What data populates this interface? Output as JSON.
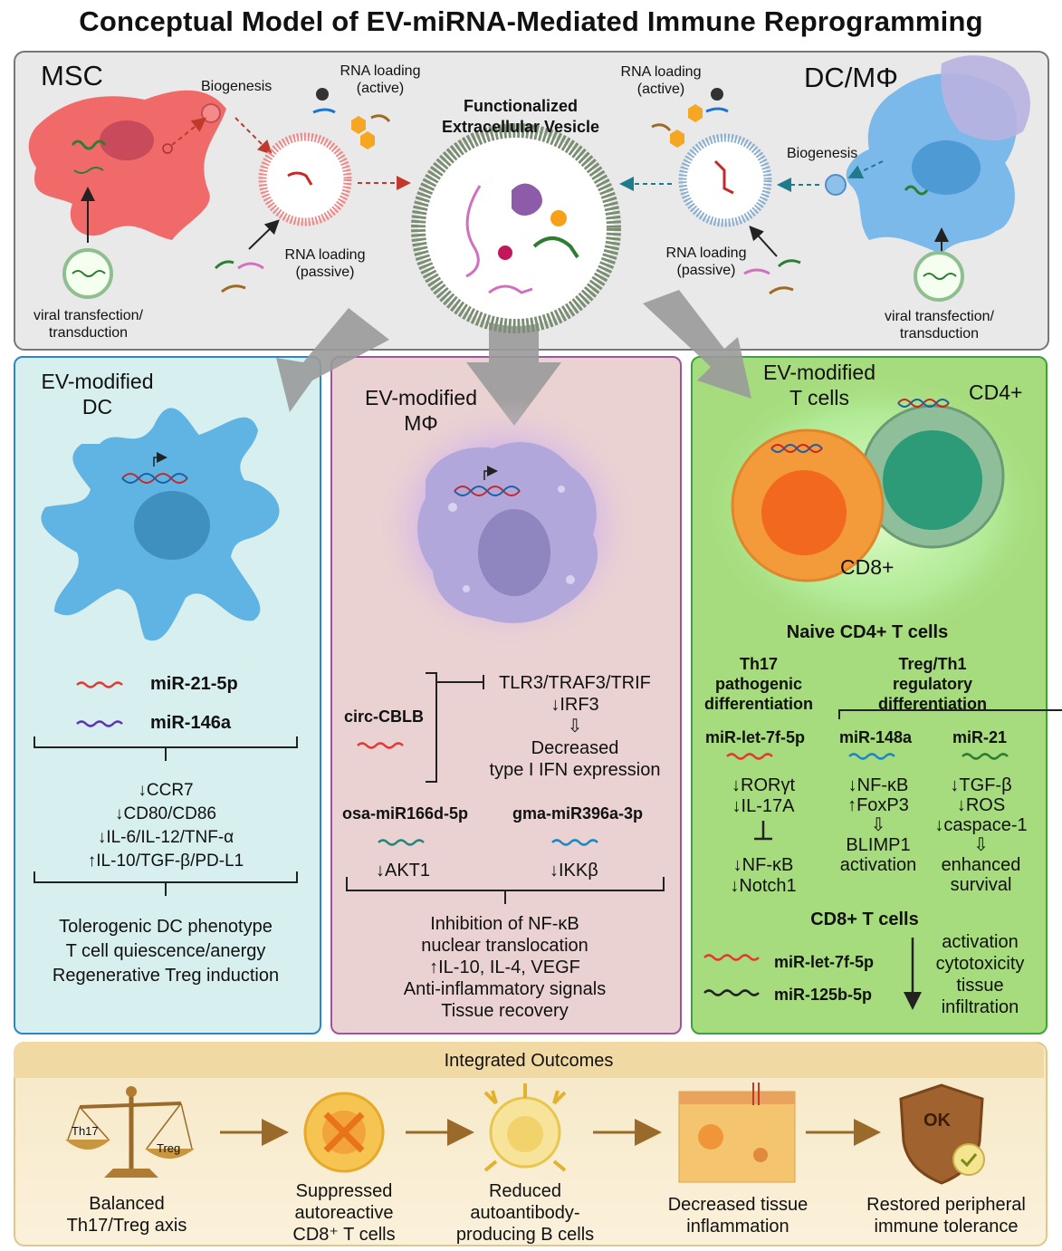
{
  "title": "Conceptual Model of EV-miRNA-Mediated Immune Reprogramming",
  "top": {
    "msc": "MSC",
    "dcmp": "DC/MΦ",
    "biogenesis_left": "Biogenesis",
    "biogenesis_right": "Biogenesis",
    "rna_active_left_1": "RNA loading",
    "rna_active_left_2": "(active)",
    "rna_active_right_1": "RNA loading",
    "rna_active_right_2": "(active)",
    "rna_passive_left_1": "RNA loading",
    "rna_passive_left_2": "(passive)",
    "rna_passive_right_1": "RNA loading",
    "rna_passive_right_2": "(passive)",
    "ev_title_1": "Functionalized",
    "ev_title_2": "Extracellular Vesicle",
    "viral_left_1": "viral transfection/",
    "viral_left_2": "transduction",
    "viral_right_1": "viral transfection/",
    "viral_right_2": "transduction"
  },
  "dc": {
    "title_1": "EV-modified",
    "title_2": "DC",
    "mirna_1": "miR-21-5p",
    "mirna_2": "miR-146a",
    "effects": [
      "↓CCR7",
      "↓CD80/CD86",
      "↓IL-6/IL-12/TNF-α",
      "↑IL-10/TGF-β/PD-L1"
    ],
    "outcomes": [
      "Tolerogenic DC phenotype",
      "T cell quiescence/anergy",
      "Regenerative Treg induction"
    ]
  },
  "mp": {
    "title_1": "EV-modified",
    "title_2": "MΦ",
    "circ": "circ-CBLB",
    "pathway": [
      "TLR3/TRAF3/TRIF",
      "↓IRF3",
      "⇩",
      "Decreased",
      "type I IFN expression"
    ],
    "osa": "osa-miR166d-5p",
    "gma": "gma-miR396a-3p",
    "akt": "↓AKT1",
    "ikk": "↓IKKβ",
    "outcomes": [
      "Inhibition of NF-κB",
      "nuclear translocation",
      "↑IL-10, IL-4, VEGF",
      "Anti-inflammatory signals",
      "Tissue recovery"
    ]
  },
  "t": {
    "title_1": "EV-modified",
    "title_2": "T cells",
    "cd4": "CD4+",
    "cd8": "CD8+",
    "naive": "Naive CD4+ T cells",
    "th17": [
      "Th17",
      "pathogenic",
      "differentiation"
    ],
    "treg": [
      "Treg/Th1",
      "regulatory",
      "differentiation"
    ],
    "let7_a": "miR-let-7f-5p",
    "m148": "miR-148a",
    "m21": "miR-21",
    "col1": [
      "↓RORγt",
      "↓IL-17A"
    ],
    "col1b": [
      "↓NF-κB",
      "↓Notch1"
    ],
    "col2": [
      "↓NF-κB",
      "↑FoxP3",
      "⇩",
      "BLIMP1",
      "activation"
    ],
    "col3": [
      "↓TGF-β",
      "↓ROS",
      "↓caspace-1",
      "⇩",
      "enhanced",
      "survival"
    ],
    "cd8_title": "CD8+ T cells",
    "cd8_m1": "miR-let-7f-5p",
    "cd8_m2": "miR-125b-5p",
    "cd8_effects": [
      "activation",
      "cytotoxicity",
      "tissue",
      "infiltration"
    ]
  },
  "outcomes": {
    "header": "Integrated Outcomes",
    "th17_tag": "Th17",
    "treg_tag": "Treg",
    "ok": "OK",
    "o1": [
      "Balanced",
      "Th17/Treg axis"
    ],
    "o2": [
      "Suppressed",
      "autoreactive",
      "CD8⁺ T cells"
    ],
    "o3": [
      "Reduced",
      "autoantibody-",
      "producing B cells"
    ],
    "o4": [
      "Decreased tissue",
      "inflammation"
    ],
    "o5": [
      "Restored peripheral",
      "immune tolerance"
    ]
  },
  "colors": {
    "msc_red": "#f06a6a",
    "dc_blue": "#6fb5e6",
    "mp_purple": "#b9acd9",
    "cd8_orange": "#f39a3b",
    "cd4_green": "#2e9b78",
    "arrow_brown": "#9a6a2a"
  }
}
